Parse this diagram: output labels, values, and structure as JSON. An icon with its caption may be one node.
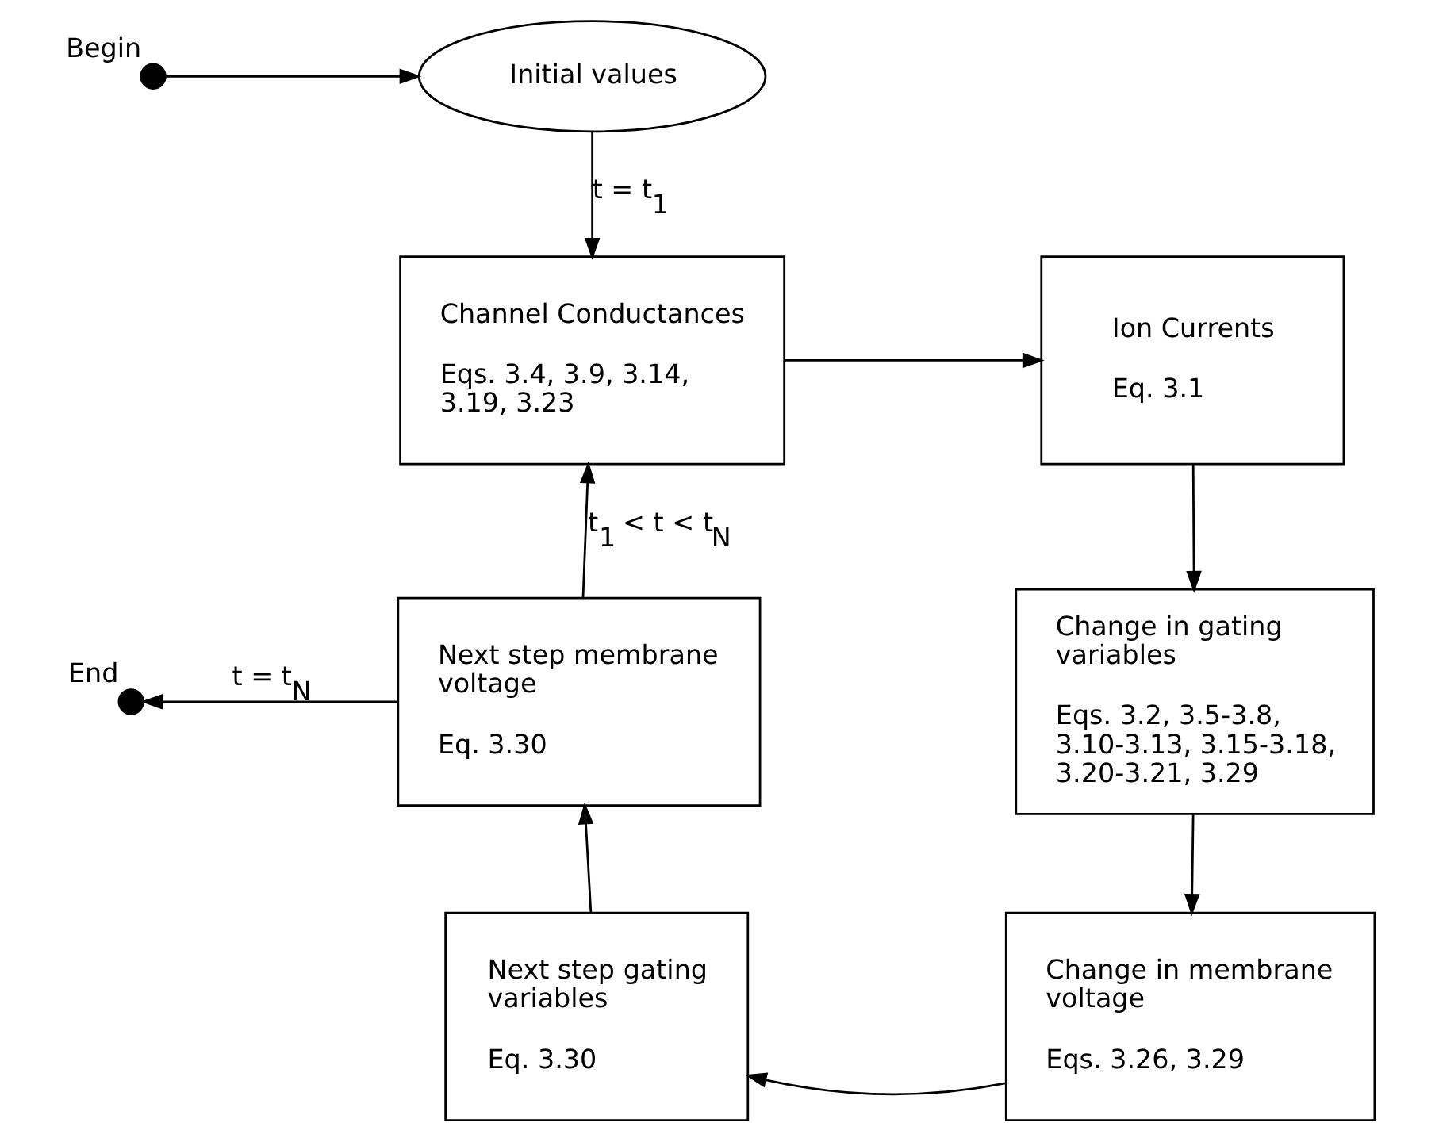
{
  "diagram": {
    "nodes": [
      {
        "text": [],
        "shape": "circle",
        "beside": [
          "Begin"
        ]
      },
      {
        "text": [
          "Initial values"
        ]
      },
      {
        "text": [
          "Channel Conductances",
          "Eqs. 3.4, 3.9, 3.14, 3.19, 3.23"
        ]
      },
      {
        "text": [
          "Ion Currents",
          "Eq. 3.1"
        ]
      },
      {
        "text": [
          "Change in gating variables",
          "Eqs. 3.2, 3.5-3.8, 3.10-3.13, 3.15-3.18, 3.20-3.21, 3.29"
        ]
      },
      {
        "text": [
          "Change in membrane voltage",
          "Eqs. 3.26, 3.29"
        ]
      },
      {
        "text": [
          "Next step gating variables",
          "Eq. 3.30"
        ]
      },
      {
        "text": [
          "Next step membrane voltage",
          "Eq. 3.30"
        ]
      },
      {
        "text": [],
        "shape": "circle",
        "beside": [
          "End"
        ]
      }
    ],
    "edges": [
      {
        "from": 0,
        "to": 1,
        "arrow": "to"
      },
      {
        "from": 1,
        "to": 2,
        "arrow": "to",
        "label": "t = t$_{1}$"
      },
      {
        "from": 2,
        "to": 3,
        "arrow": "to"
      },
      {
        "from": 3,
        "to": 4,
        "arrow": "to"
      },
      {
        "from": 4,
        "to": 5,
        "arrow": "to"
      },
      {
        "from": 5,
        "to": 6,
        "arrow": "to"
      },
      {
        "from": 6,
        "to": 7,
        "arrow": "to"
      },
      {
        "from": 7,
        "to": 2,
        "arrow": "to",
        "label": "t$_{1}$ < t < t$_{N}$"
      },
      {
        "from": 7,
        "to": 8,
        "arrow": "to",
        "label": "t = t$_{N}$"
      }
    ]
  }
}
